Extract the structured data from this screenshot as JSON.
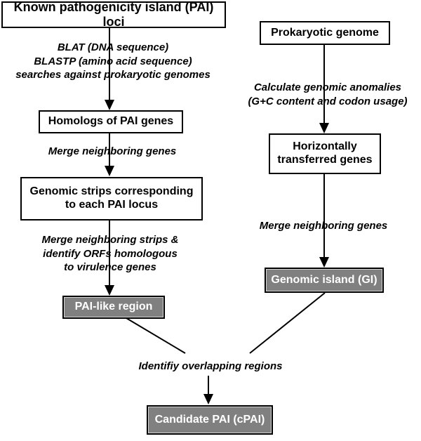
{
  "boxes": {
    "known_pai": "Known pathogenicity island (PAI) loci",
    "prokaryotic_genome": "Prokaryotic genome",
    "homologs": "Homologs of PAI genes",
    "genomic_strips": "Genomic strips corresponding\nto each PAI locus",
    "hgt_genes": "Horizontally\ntransferred genes",
    "pai_like": "PAI-like region",
    "genomic_island": "Genomic island (GI)",
    "candidate_pai": "Candidate PAI (cPAI)"
  },
  "labels": {
    "blat": "BLAT (DNA sequence)\nBLASTP  (amino acid sequence)\nsearches against prokaryotic genomes",
    "merge_genes_left": "Merge neighboring genes",
    "merge_strips": "Merge neighboring strips &\nidentify ORFs homologous\nto virulence genes",
    "calc_anomalies": "Calculate genomic anomalies\n(G+C content and codon usage)",
    "merge_genes_right": "Merge neighboring genes",
    "identify_overlap": "Identifiy overlapping regions"
  },
  "colors": {
    "box_border": "#000000",
    "highlight_box_fill": "#808080",
    "highlight_box_text": "#ffffff"
  }
}
